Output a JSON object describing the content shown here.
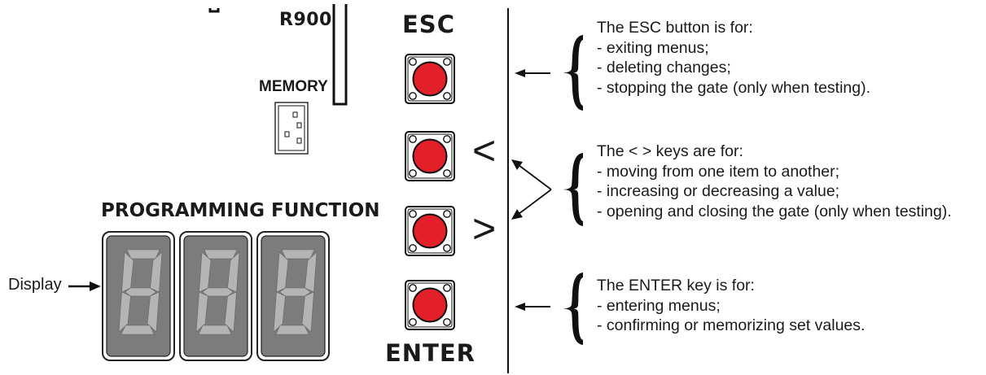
{
  "board": {
    "r900_label": "R900",
    "memory_label": "MEMORY"
  },
  "display": {
    "title": "PROGRAMMING FUNCTION",
    "pointer_label": "Display",
    "digits": [
      "8",
      "8",
      "8"
    ]
  },
  "buttons": {
    "esc_label": "ESC",
    "enter_label": "ENTER",
    "left_symbol": "<",
    "right_symbol": ">",
    "button_color": "#e3202a"
  },
  "descriptions": {
    "esc": {
      "heading": "The ESC button is for:",
      "items": [
        "- exiting menus;",
        "- deleting changes;",
        "- stopping the gate (only when testing)."
      ]
    },
    "arrows": {
      "heading": "The < > keys are for:",
      "items": [
        "- moving from one item to another;",
        "- increasing or decreasing a value;",
        "- opening and closing the gate (only when testing)."
      ]
    },
    "enter": {
      "heading": "The ENTER key is for:",
      "items": [
        "- entering menus;",
        "- confirming or memorizing set values."
      ]
    }
  }
}
